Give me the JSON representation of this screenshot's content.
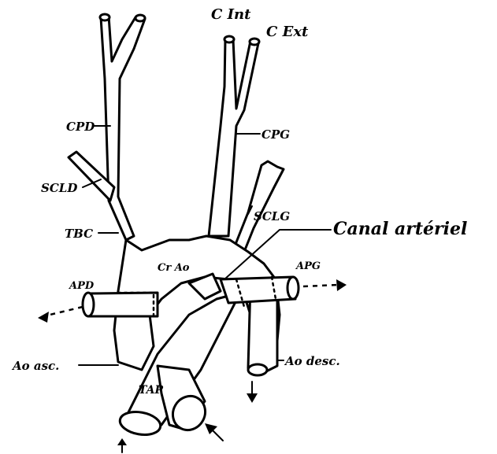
{
  "labels": {
    "c_int": "C Int",
    "c_ext": "C Ext",
    "cpd": "CPD",
    "cpg": "CPG",
    "scld": "SCLD",
    "tbc": "TBC",
    "sclg": "SCLG",
    "canal_arteriel": "Canal artériel",
    "crosse": "Cr Ao",
    "apd": "APD",
    "apg": "APG",
    "ao_asc": "Ao asc.",
    "ao_desc": "Ao desc.",
    "tap": "TAP"
  }
}
